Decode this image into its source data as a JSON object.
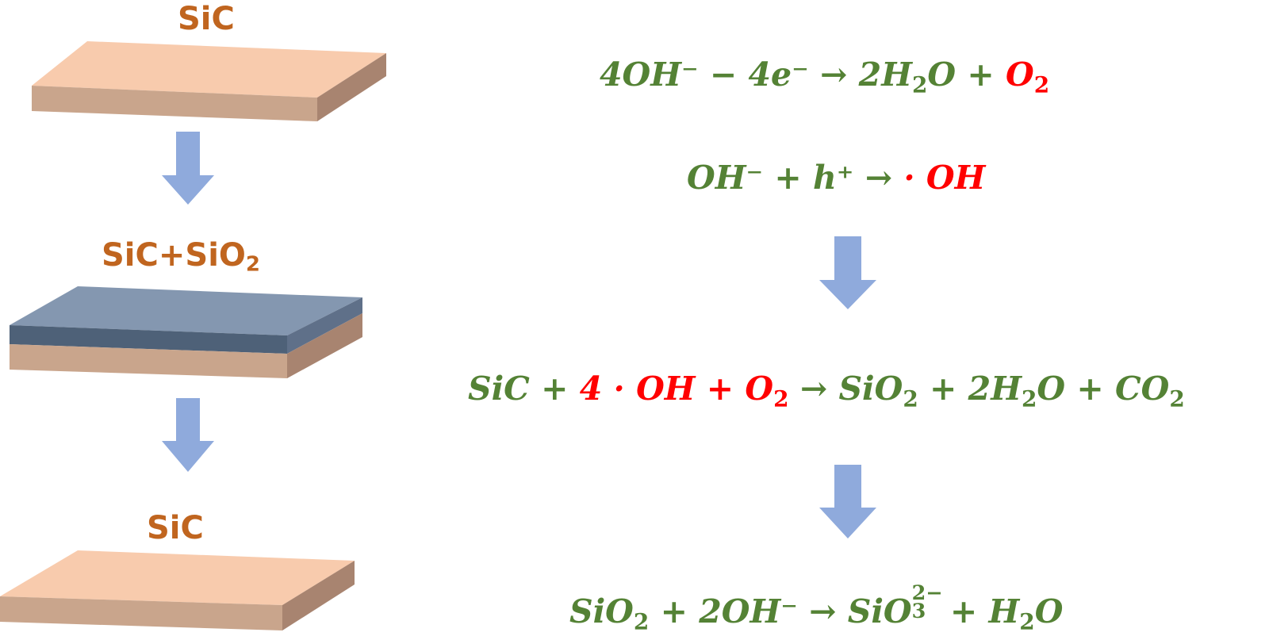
{
  "labels": {
    "top_layer": "SiC",
    "middle_layer": "SiC+SiO",
    "middle_layer_sub": "2",
    "bottom_layer": "SiC"
  },
  "equations": {
    "eq1": {
      "lhs": "4OH⁻ − 4e⁻ → 2H",
      "h2o_sub": "2",
      "o_letter": "O + ",
      "product_red": "O",
      "product_red_sub": "2"
    },
    "eq2": {
      "lhs": "OH⁻ + h⁺ → ",
      "product_red": "· OH"
    },
    "eq3": {
      "start": "SiC + ",
      "red_part": "4 · OH + O",
      "red_sub": "2",
      "arrow_part": " → SiO",
      "sio2_sub": "2",
      "plus_water": " + 2H",
      "water_sub": "2",
      "water_rest": "O + CO",
      "co2_sub": "2"
    },
    "eq4": {
      "start": "SiO",
      "sio2_sub": "2",
      "middle": " + 2OH⁻ → SiO",
      "silicate_sup": "2−",
      "silicate_sub": "3",
      "end": " + H",
      "water_sub": "2",
      "water_rest": "O"
    }
  },
  "colors": {
    "label_orange": "#c0651f",
    "equation_green": "#548235",
    "highlight_red": "#ff0000",
    "arrow_blue": "#8faadc",
    "sic_top": "#f8cbad",
    "sic_front": "#c9a58c",
    "sic_side": "#a88470",
    "oxide_top": "#8497b0",
    "oxide_front": "#4e6178",
    "oxide_side": "#5f7089"
  }
}
